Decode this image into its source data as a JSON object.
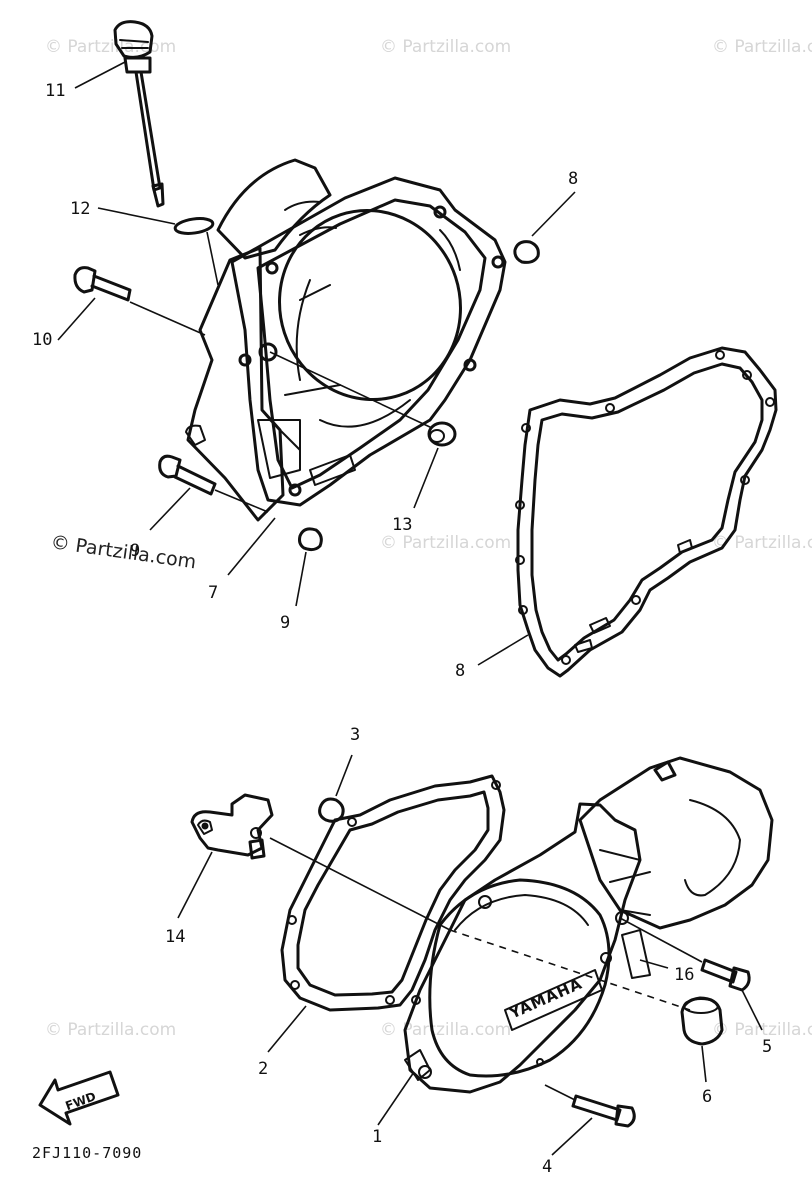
{
  "diagram": {
    "code": "2FJ110-7090",
    "brand_text": "YAMAHA",
    "direction_label": "FWD",
    "watermark_text": "© Partzilla.com",
    "callouts": [
      "1",
      "2",
      "3",
      "4",
      "5",
      "6",
      "7",
      "8",
      "9",
      "9",
      "10",
      "11",
      "12",
      "13",
      "14",
      "15",
      "16"
    ]
  }
}
